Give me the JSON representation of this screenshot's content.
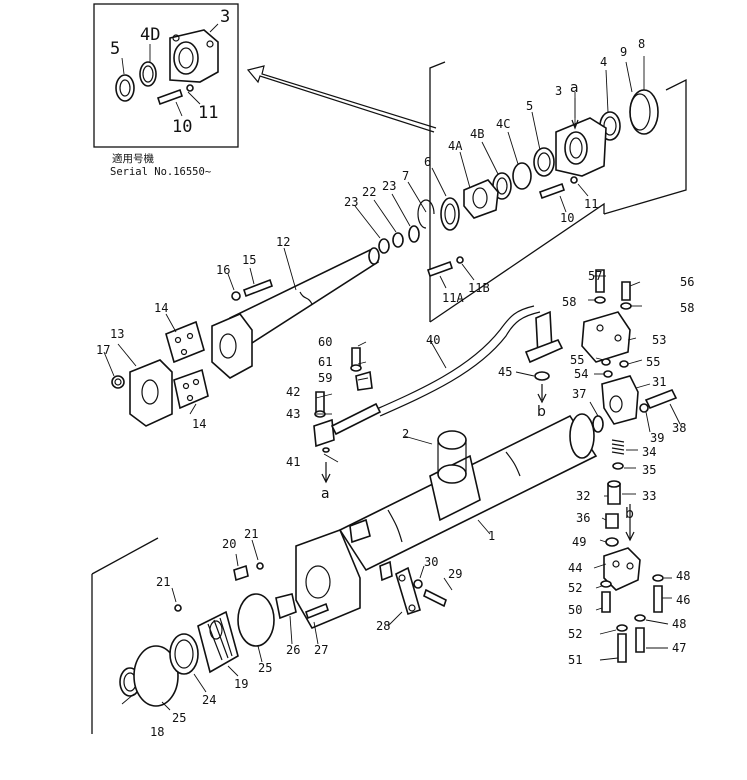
{
  "callouts": {
    "inset_3": "3",
    "inset_4D": "4D",
    "inset_5": "5",
    "inset_10": "10",
    "inset_11": "11",
    "c1": "1",
    "c2": "2",
    "c3": "3",
    "c4": "4",
    "c4A": "4A",
    "c4B": "4B",
    "c4C": "4C",
    "c5": "5",
    "c6": "6",
    "c7": "7",
    "c8": "8",
    "c9": "9",
    "c10": "10",
    "c11": "11",
    "c11A": "11A",
    "c11B": "11B",
    "c12": "12",
    "c13": "13",
    "c14a": "14",
    "c14b": "14",
    "c15": "15",
    "c16": "16",
    "c17": "17",
    "c18": "18",
    "c19": "19",
    "c20": "20",
    "c21a": "21",
    "c21b": "21",
    "c22": "22",
    "c23a": "23",
    "c23b": "23",
    "c24": "24",
    "c25a": "25",
    "c25b": "25",
    "c26": "26",
    "c27": "27",
    "c28": "28",
    "c29": "29",
    "c30": "30",
    "c31": "31",
    "c32": "32",
    "c33": "33",
    "c34": "34",
    "c35": "35",
    "c36": "36",
    "c37": "37",
    "c38": "38",
    "c39": "39",
    "c40": "40",
    "c41": "41",
    "c42": "42",
    "c43": "43",
    "c44": "44",
    "c45": "45",
    "c46": "46",
    "c47": "47",
    "c48a": "48",
    "c48b": "48",
    "c49": "49",
    "c50": "50",
    "c51": "51",
    "c52a": "52",
    "c52b": "52",
    "c53": "53",
    "c54": "54",
    "c55a": "55",
    "c55b": "55",
    "c56": "56",
    "c57": "57",
    "c58a": "58",
    "c58b": "58",
    "c59": "59",
    "c60": "60",
    "c61": "61"
  },
  "letters": {
    "a_top": "a",
    "a_lower": "a",
    "b_mid": "b",
    "b_lower": "b"
  },
  "serial_note": {
    "line1": "適用号機",
    "line2": "Serial No.16550~"
  }
}
